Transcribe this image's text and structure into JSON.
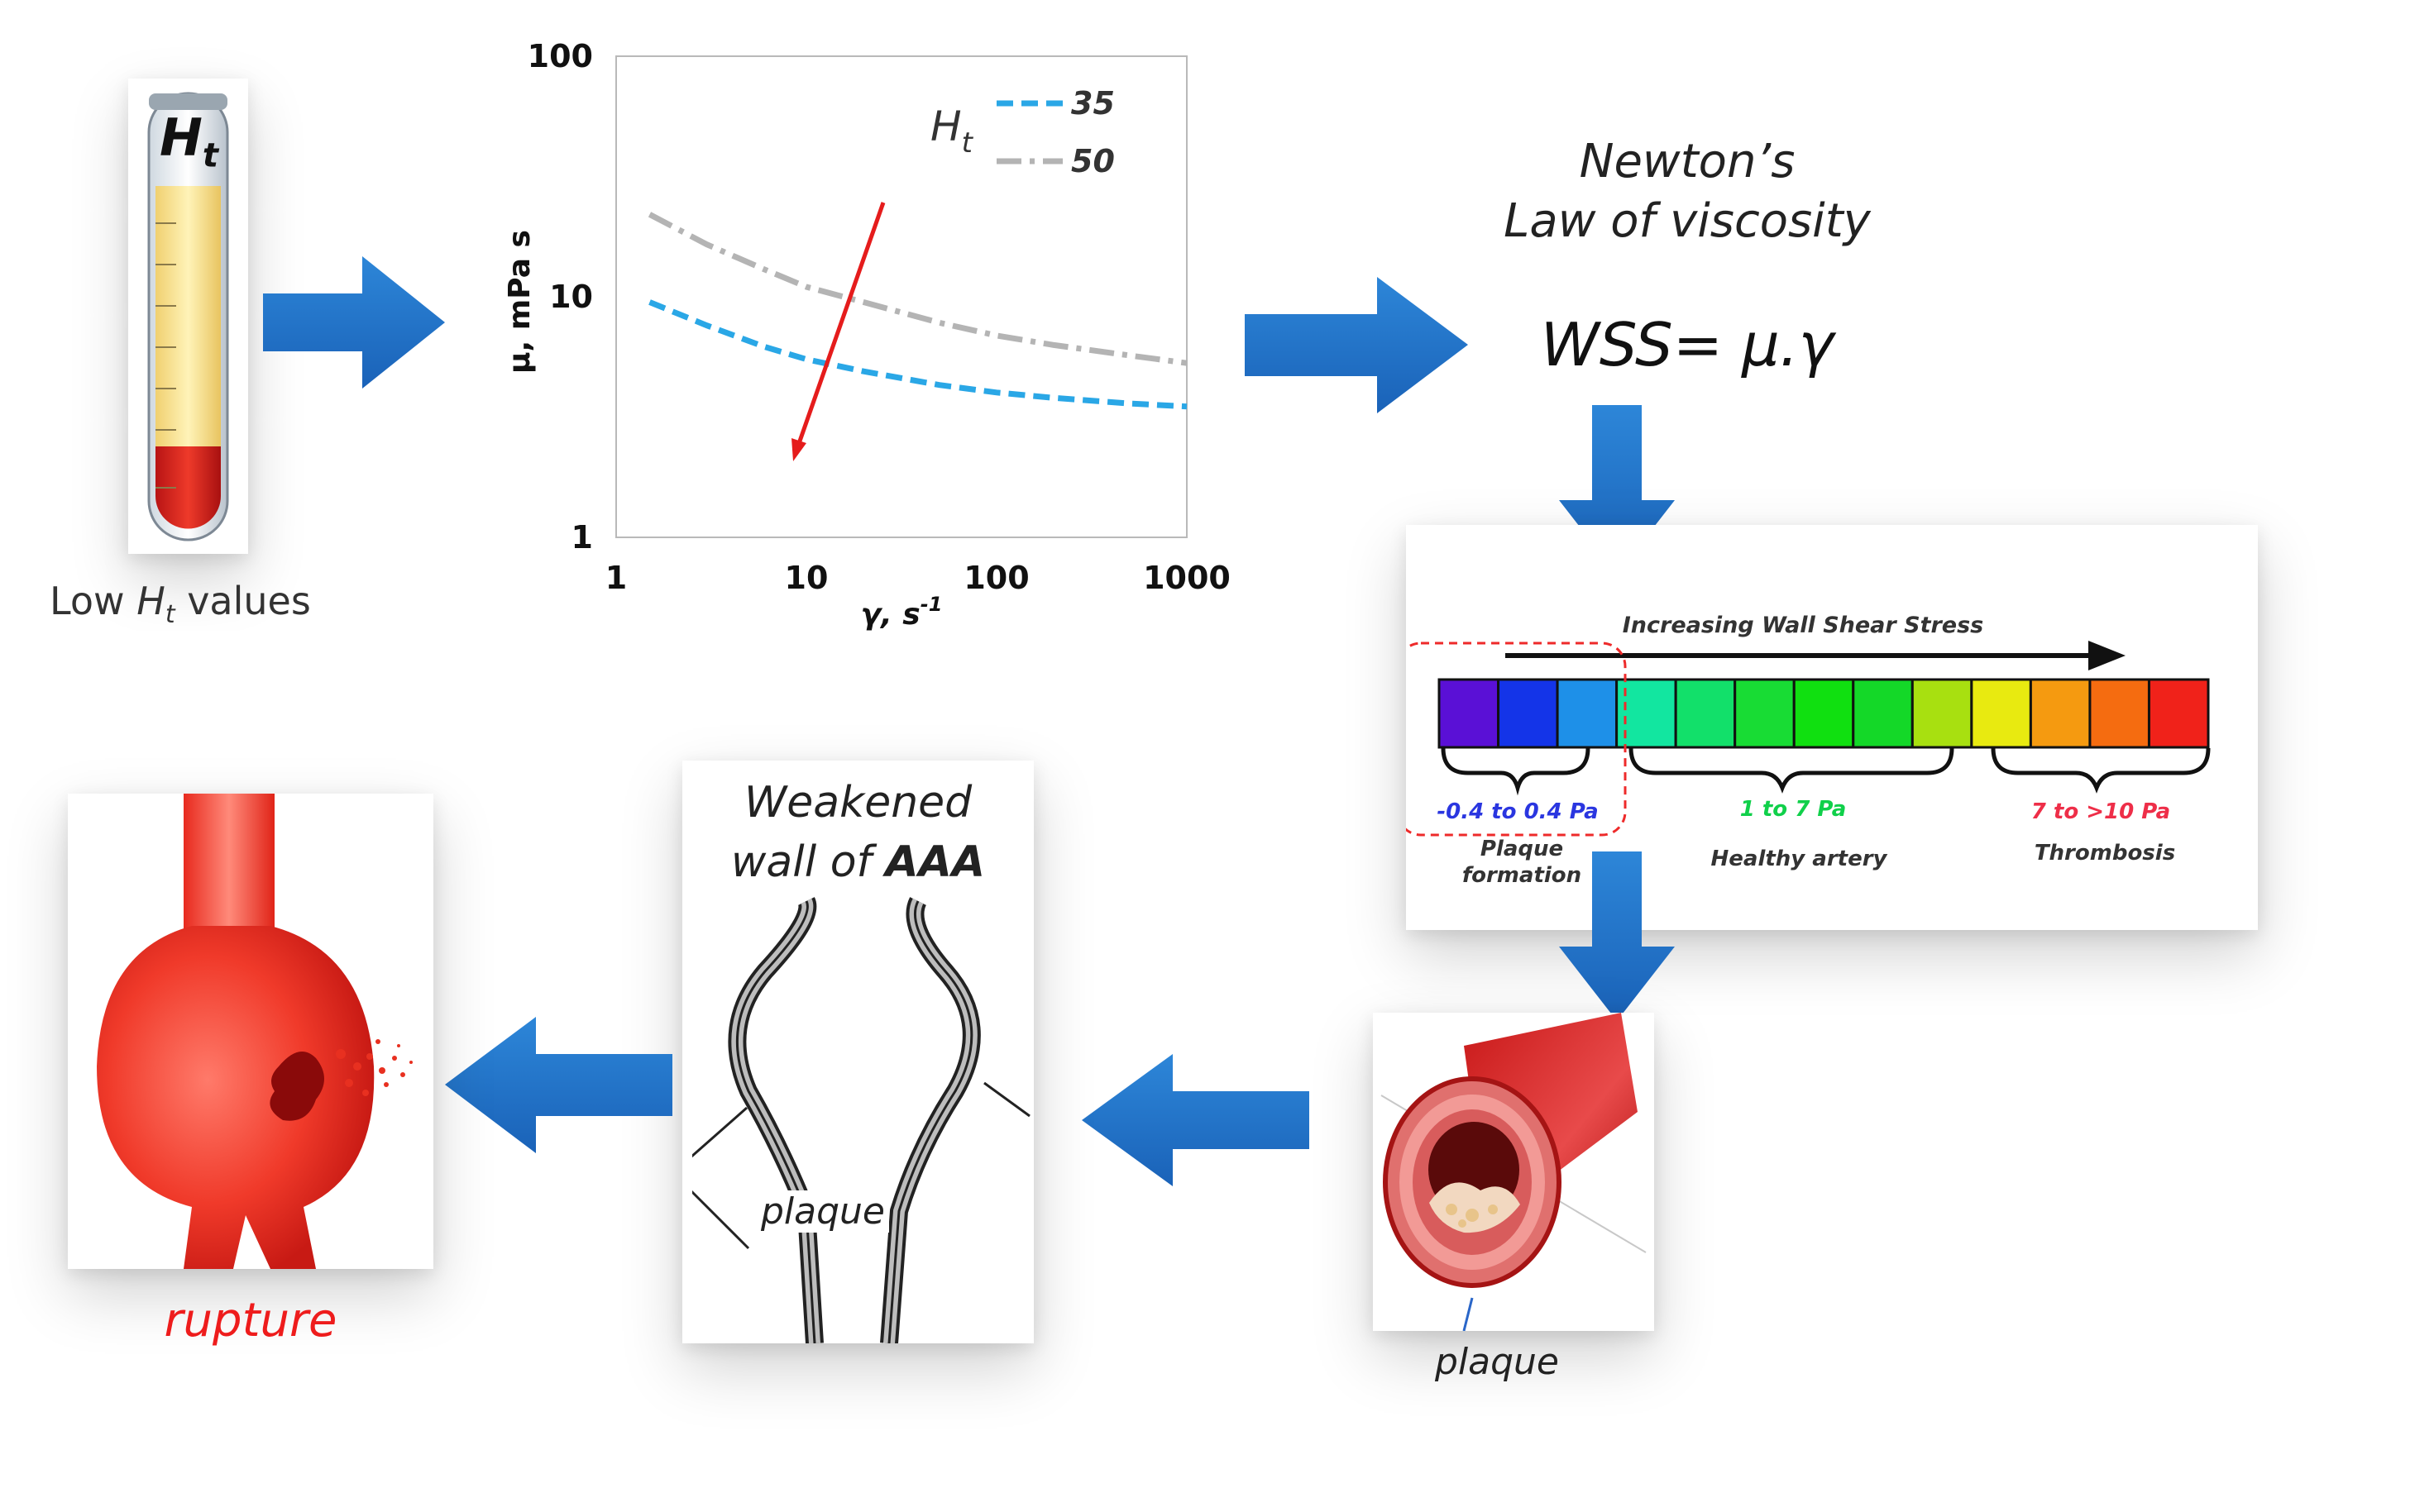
{
  "tube": {
    "label_main": "H",
    "label_sub": "t",
    "caption_prefix": "Low ",
    "caption_h": "H",
    "caption_sub": "t",
    "caption_suffix": " values"
  },
  "chart_data": {
    "type": "line",
    "log_x": true,
    "log_y": true,
    "xlim": [
      1,
      1000
    ],
    "ylim": [
      1,
      100
    ],
    "x_ticks": [
      "1",
      "10",
      "100",
      "1000"
    ],
    "y_ticks": [
      "100",
      "10",
      "1"
    ],
    "xlabel": "γ, s",
    "xlabel_sup": "-1",
    "ylabel": "μ, mPa s",
    "legend_title_main": "H",
    "legend_title_sub": "t",
    "legend_position": "top-right",
    "grid": false,
    "series": [
      {
        "name": "35",
        "color": "#2aa7e6",
        "dash": "dashed",
        "x": [
          1.5,
          3,
          6,
          10,
          20,
          50,
          100,
          200,
          500,
          1000
        ],
        "y": [
          9.5,
          7.6,
          6.2,
          5.5,
          4.9,
          4.3,
          4.0,
          3.8,
          3.6,
          3.5
        ]
      },
      {
        "name": "50",
        "color": "#b4b4b4",
        "dash": "dash-dot",
        "x": [
          1.5,
          3,
          6,
          10,
          20,
          50,
          100,
          200,
          500,
          1000
        ],
        "y": [
          22,
          16.5,
          13,
          11,
          9.5,
          7.8,
          6.9,
          6.3,
          5.7,
          5.3
        ]
      }
    ]
  },
  "newton": {
    "line1": "Newton’s",
    "line2": "Law of viscosity",
    "formula": "WSS= μ.γ"
  },
  "wss_scale": {
    "title": "Increasing Wall Shear Stress",
    "colors": [
      "#5a10d6",
      "#1434e8",
      "#1e90e8",
      "#12e6a0",
      "#12e06a",
      "#18dc34",
      "#10e010",
      "#14d828",
      "#a8e010",
      "#e8ea10",
      "#f59a10",
      "#f56c10",
      "#f0221a"
    ],
    "ranges": [
      {
        "value": "-0.4 to 0.4 Pa",
        "color": "#2a36e0",
        "label_line1": "Plaque",
        "label_line2": "formation"
      },
      {
        "value": "1 to 7 Pa",
        "color": "#10d04a",
        "label_line1": "Healthy artery",
        "label_line2": ""
      },
      {
        "value": "7 to >10 Pa",
        "color": "#ee2e48",
        "label_line1": "Thrombosis",
        "label_line2": ""
      }
    ]
  },
  "artery": {
    "caption": "plaque"
  },
  "aaa": {
    "title_line1": "Weakened",
    "title_line2_prefix": "wall of ",
    "title_line2_bold": "AAA",
    "plaque_label": "plaque"
  },
  "rupture": {
    "caption": "rupture",
    "caption_color": "#ee1c1c"
  },
  "arrows": {
    "color": "#1e6fc4"
  }
}
